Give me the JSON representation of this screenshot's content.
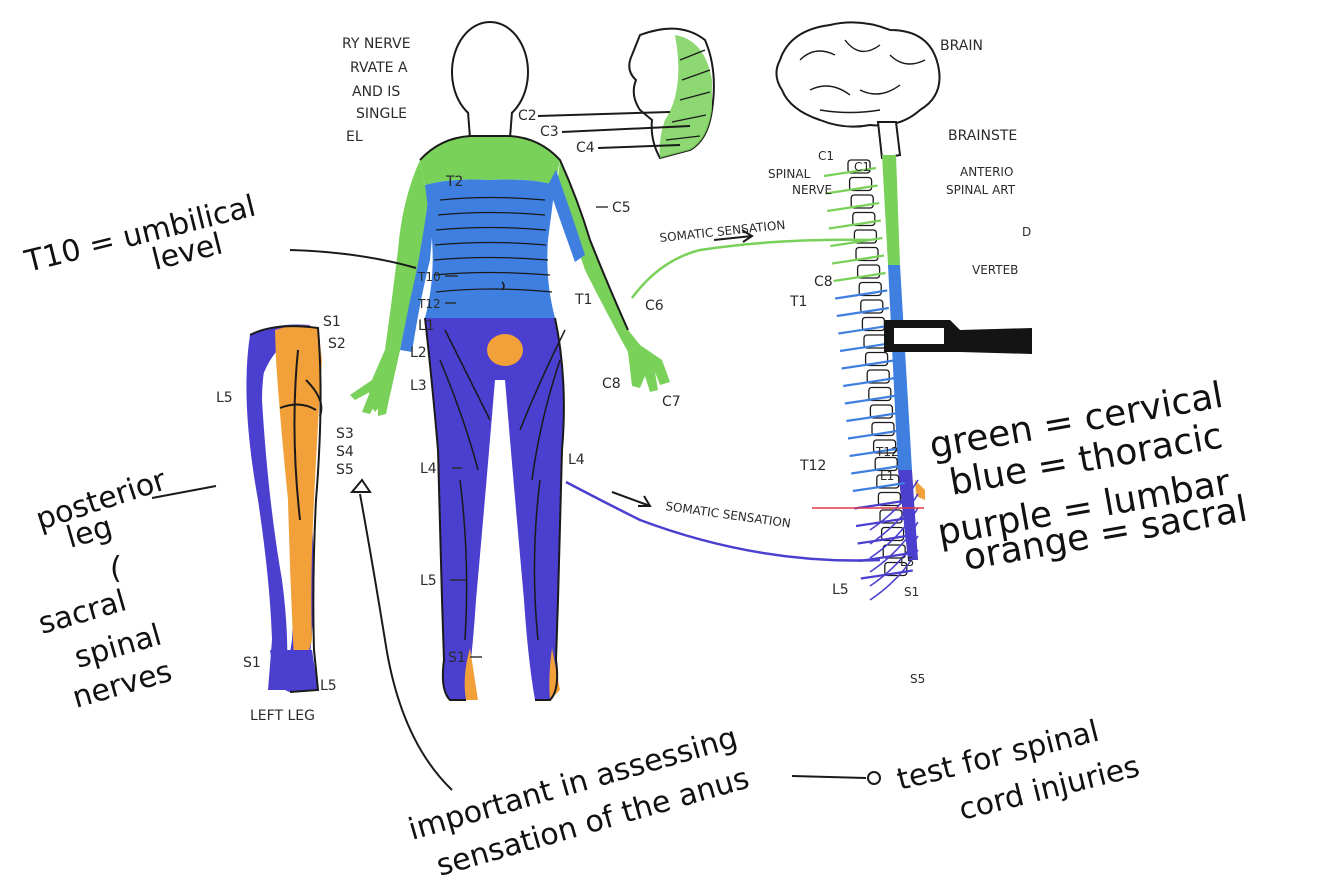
{
  "colors": {
    "cervical": "#7ad15a",
    "thoracic": "#3f7fe0",
    "lumbar": "#4a3fcf",
    "sacral": "#f2a13a",
    "red_line": "#e0394a"
  },
  "intro_text": [
    "RY NERVE",
    "RVATE A",
    "AND IS",
    "SINGLE",
    "EL"
  ],
  "body_labels": {
    "c2": "C2",
    "c3": "C3",
    "c4": "C4",
    "c5": "C5",
    "c6": "C6",
    "c7": "C7",
    "c8": "C8",
    "t1": "T1",
    "t2": "T2",
    "t10": "T10",
    "t12": "T12",
    "l1": "L1",
    "l2": "L2",
    "l3": "L3",
    "l4": "L4",
    "l4_right": "L4",
    "l5": "L5",
    "s1": "S1"
  },
  "leg": {
    "s1": "S1",
    "s2": "S2",
    "s3": "S3",
    "s4": "S4",
    "s5": "S5",
    "l5": "L5",
    "l5_foot": "L5",
    "s1_foot": "S1",
    "caption": "LEFT LEG"
  },
  "spine": {
    "brain": "BRAIN",
    "brainstem": "BRAINSTE",
    "spinal_nerve_1": "SPINAL",
    "spinal_nerve_2": "NERVE",
    "anterior_1": "ANTERIO",
    "anterior_2": "SPINAL ART",
    "d_label": "D",
    "vertebra": "VERTEB",
    "c1": "C1",
    "c8": "C8",
    "t1": "T1",
    "t12": "T12",
    "l5": "L5",
    "s5": "S5",
    "v_c1": "C1",
    "v_t12": "T12",
    "v_l1": "L1",
    "v_l5": "L5",
    "v_s1": "S1",
    "somatic_top": "SOMATIC SENSATION",
    "somatic_bottom": "SOMATIC SENSATION"
  },
  "notes": {
    "t10_line1": "T10 = umbilical",
    "t10_line2": "level",
    "posterior_1": "posterior",
    "posterior_2": "leg",
    "posterior_3": "(",
    "posterior_4": "sacral",
    "posterior_5": "spinal",
    "posterior_6": "nerves",
    "anus_1": "important in assessing",
    "anus_2": "sensation of the anus",
    "test_1": "test for spinal",
    "test_2": "cord injuries",
    "legend_1": "green  = cervical",
    "legend_2": "blue  =  thoracic",
    "legend_3": "purple = lumbar",
    "legend_4": "orange  = sacral"
  }
}
